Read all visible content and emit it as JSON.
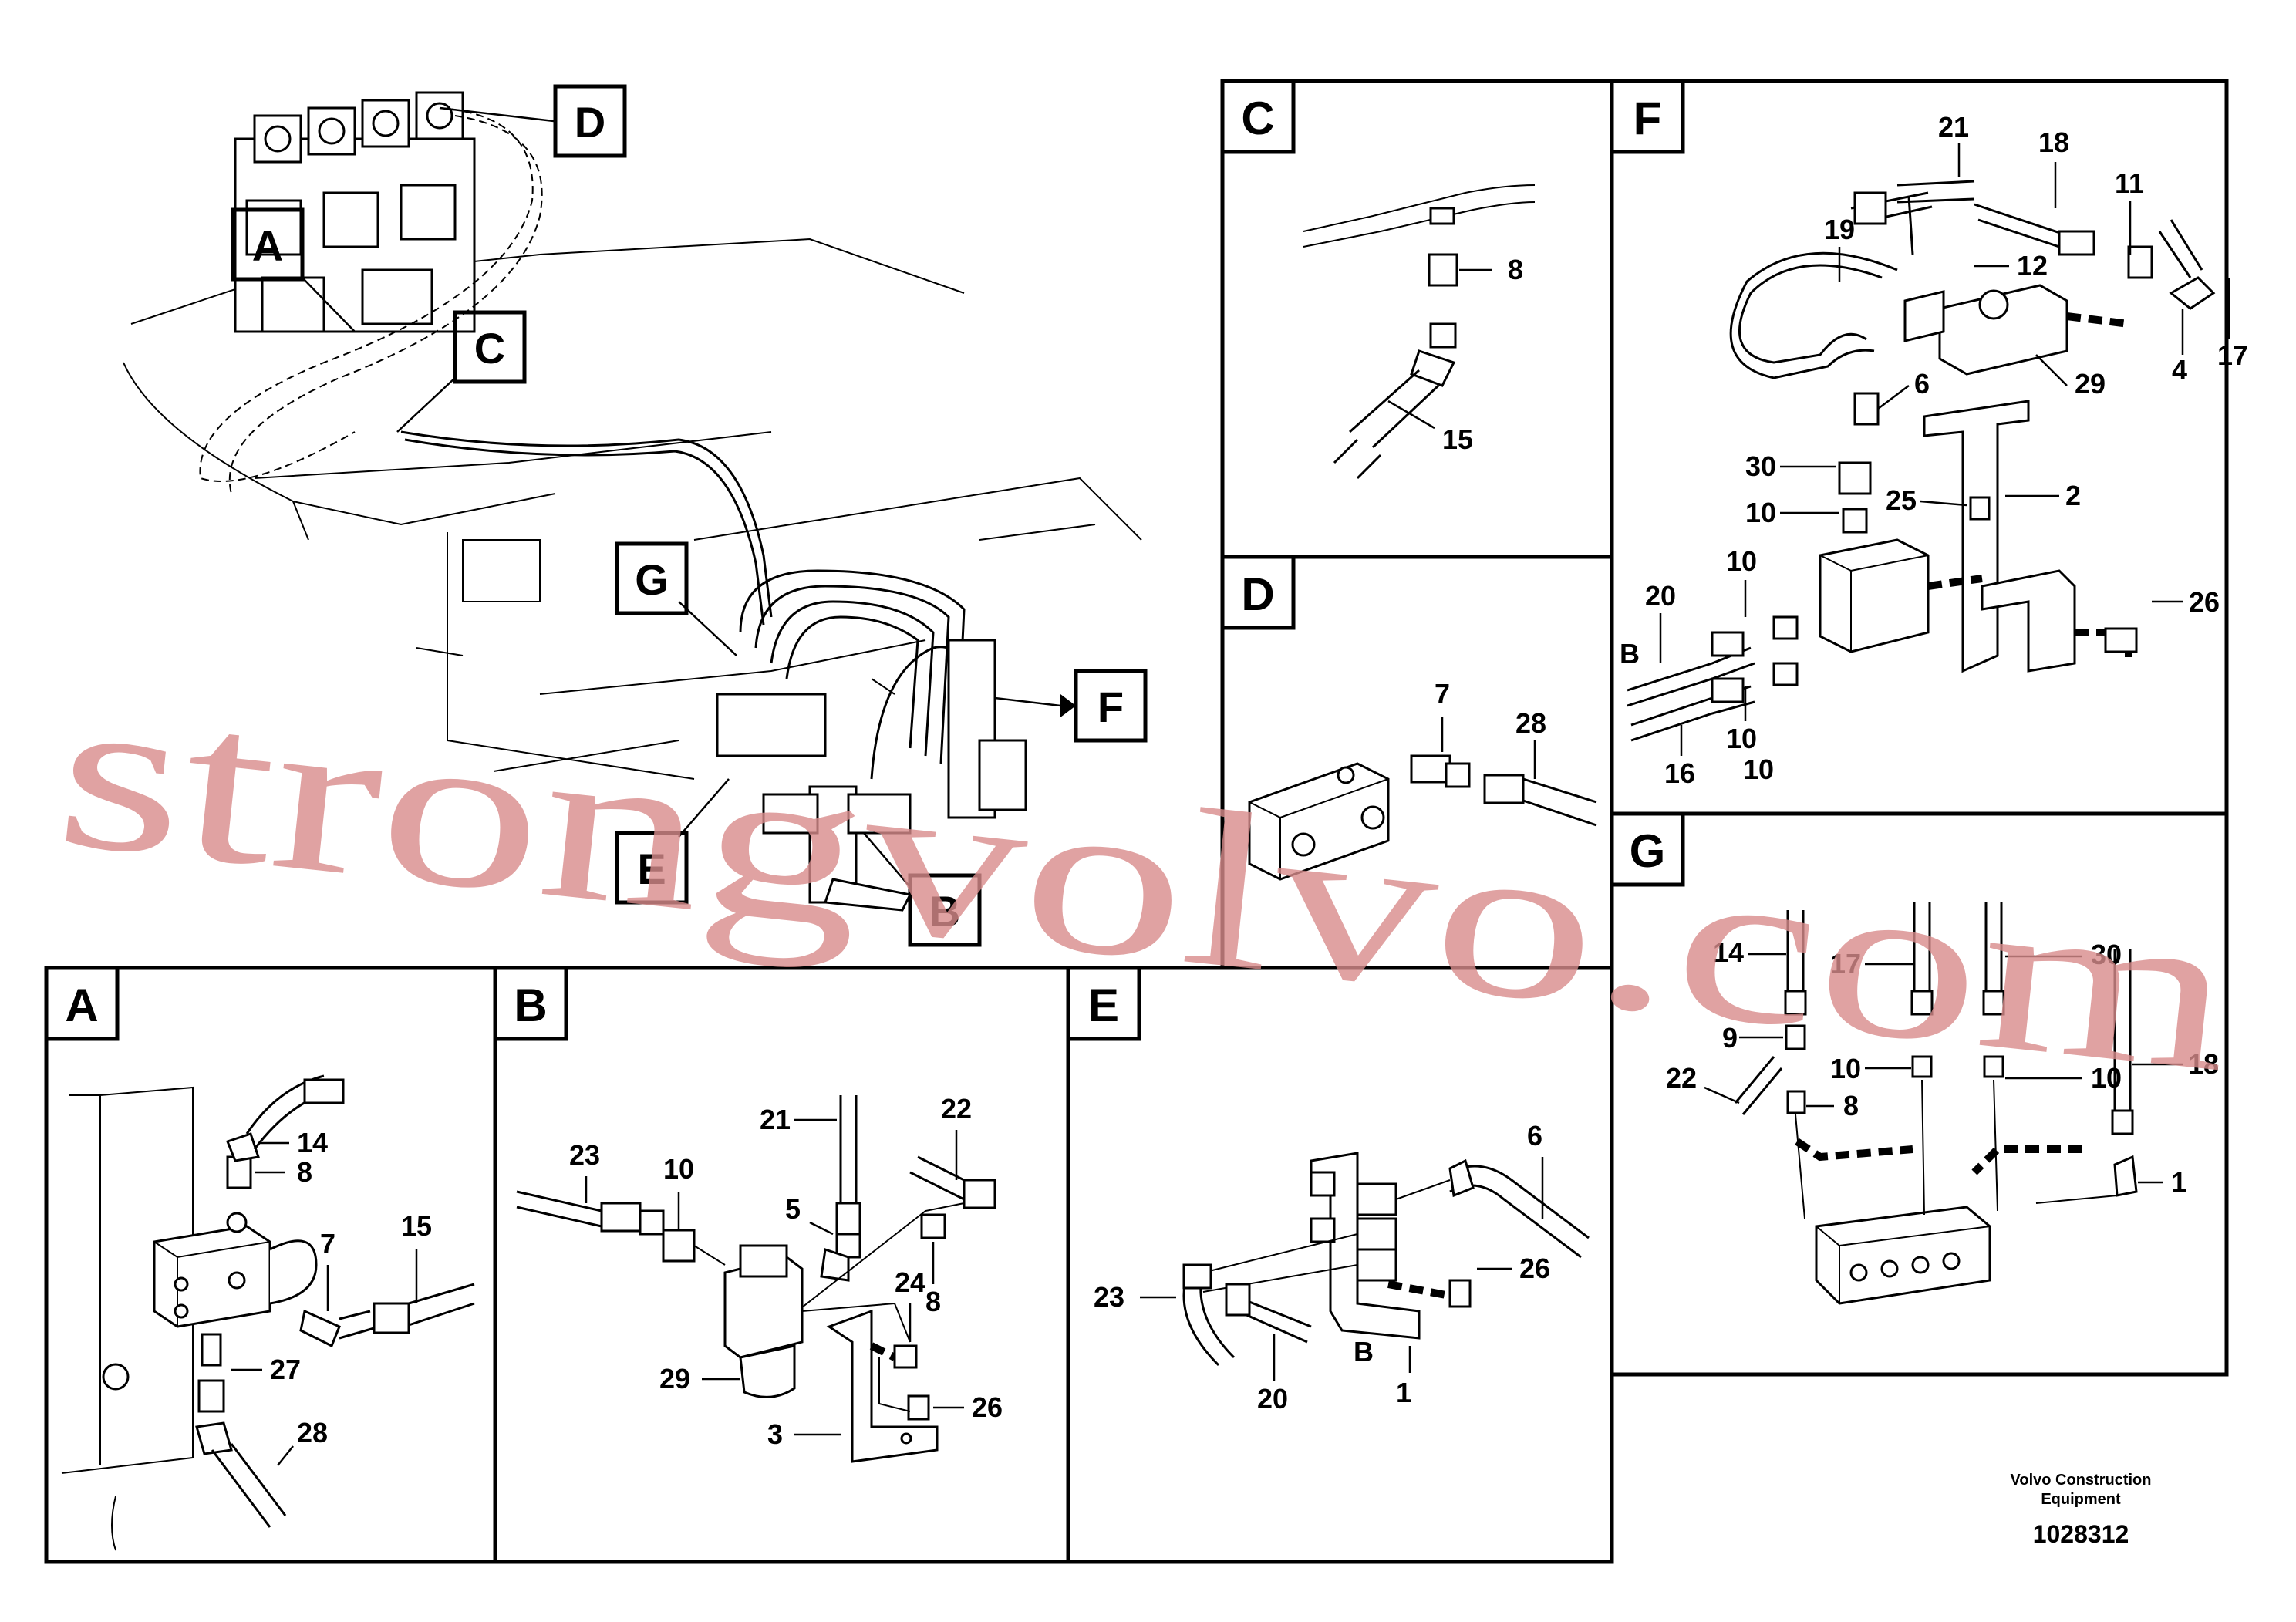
{
  "overview": {
    "callouts": [
      "A",
      "B",
      "C",
      "D",
      "E",
      "F",
      "G"
    ]
  },
  "panels": {
    "A": {
      "title": "A",
      "labels": [
        "14",
        "8",
        "15",
        "7",
        "27",
        "28"
      ]
    },
    "B": {
      "title": "B",
      "labels": [
        "23",
        "10",
        "21",
        "22",
        "5",
        "24",
        "8",
        "29",
        "26",
        "3"
      ]
    },
    "C": {
      "title": "C",
      "labels": [
        "8",
        "15"
      ]
    },
    "D": {
      "title": "D",
      "labels": [
        "7",
        "28"
      ]
    },
    "E": {
      "title": "E",
      "labels": [
        "6",
        "26",
        "23",
        "20",
        "B",
        "1"
      ]
    },
    "F": {
      "title": "F",
      "labels": [
        "21",
        "18",
        "11",
        "19",
        "12",
        "4",
        "17",
        "29",
        "6",
        "30",
        "25",
        "2",
        "10",
        "10",
        "20",
        "10",
        "26",
        "B",
        "16",
        "10"
      ]
    },
    "G": {
      "title": "G",
      "labels": [
        "14",
        "17",
        "30",
        "9",
        "10",
        "10",
        "18",
        "22",
        "8",
        "1"
      ]
    }
  },
  "watermark": "strongvolvo.com",
  "footer": {
    "company_line1": "Volvo Construction",
    "company_line2": "Equipment",
    "drawing_number": "1028312"
  }
}
